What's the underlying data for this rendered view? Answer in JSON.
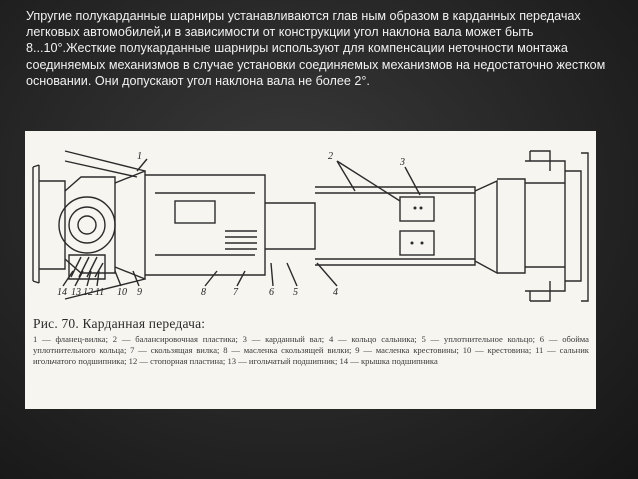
{
  "slide": {
    "text": "Упругие полукарданные шарниры устанавливаются глав ным образом в карданных передачах легковых автомобилей,и в зависимости от конструкции угол наклона вала может быть 8...10°.Жесткие полукарданные шарниры используют для компенсации неточности монтажа соединяемых механизмов в случае установки соединяемых механизмов на недостаточно жестком основании. Они допускают угол  наклона вала не более 2°."
  },
  "figure": {
    "caption_title": "Рис. 70. Карданная передача:",
    "caption_body": "1 — фланец-вилка; 2 — балансировочная пластика; 3 — карданный вал; 4 — кольцо сальника; 5 — уплотнительное кольцо; 6 — обойма уплотнительного кольца; 7 — скользящая вилка; 8 — масленка скользящей вилки; 9 — масленка крестовины; 10 — крестовина; 11 — сальник игольчатого подшипника; 12 — стопорная пластина; 13 — игольчатый подшипник; 14 — крышка подшипника",
    "part_numbers": {
      "n1": "1",
      "n2": "2",
      "n3": "3",
      "n14": "14",
      "n13": "13",
      "n12": "12",
      "n11": "11",
      "n10": "10",
      "n9": "9",
      "n8": "8",
      "n7": "7",
      "n6": "6",
      "n5": "5",
      "n4": "4"
    }
  }
}
